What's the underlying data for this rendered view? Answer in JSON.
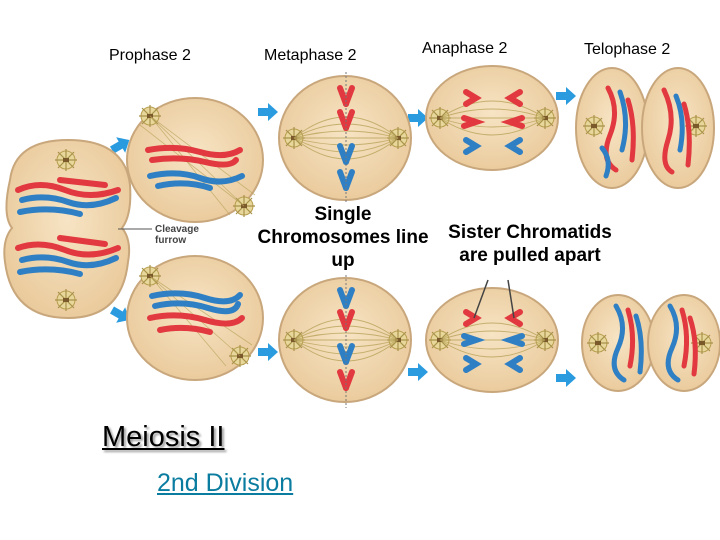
{
  "stages": {
    "prophase2": "Prophase 2",
    "metaphase2": "Metaphase 2",
    "anaphase2": "Anaphase 2",
    "telophase2": "Telophase 2"
  },
  "annotations": {
    "single_line1": "Single",
    "single_line2": "Chromosomes line",
    "single_line3": "up",
    "sister_line1": "Sister Chromatids",
    "sister_line2": "are pulled apart",
    "cleavage_line1": "Cleavage",
    "cleavage_line2": "furrow"
  },
  "title": "Meiosis II",
  "link": "2nd Division",
  "colors": {
    "cell": "#f3d9b0",
    "cell_edge": "#c9a77c",
    "red": "#e2383f",
    "blue": "#2f7fc4",
    "arrow": "#2b9be0",
    "spindle": "#b8a35a"
  }
}
